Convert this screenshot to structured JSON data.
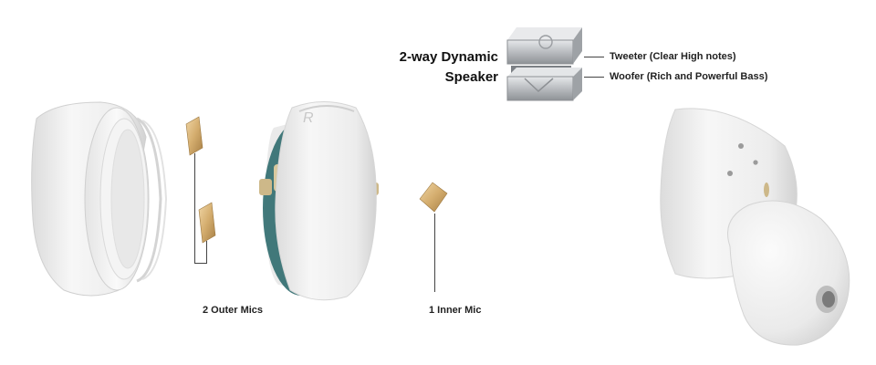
{
  "labels": {
    "speaker_title_line1": "2-way Dynamic",
    "speaker_title_line2": "Speaker",
    "tweeter": "Tweeter (Clear High notes)",
    "woofer": "Woofer (Rich and Powerful Bass)",
    "outer_mics": "2 Outer Mics",
    "inner_mic": "1 Inner Mic"
  },
  "icons": {
    "logo": "r-logo-icon"
  },
  "colors": {
    "shell_white": "#f2f2f2",
    "shadow_grey": "#d6d6d6",
    "mic_gold": "#d8b47a",
    "pcb_teal": "#3f7c7e",
    "speaker_silver": "#b9bcc0",
    "leader_line": "#444444"
  }
}
